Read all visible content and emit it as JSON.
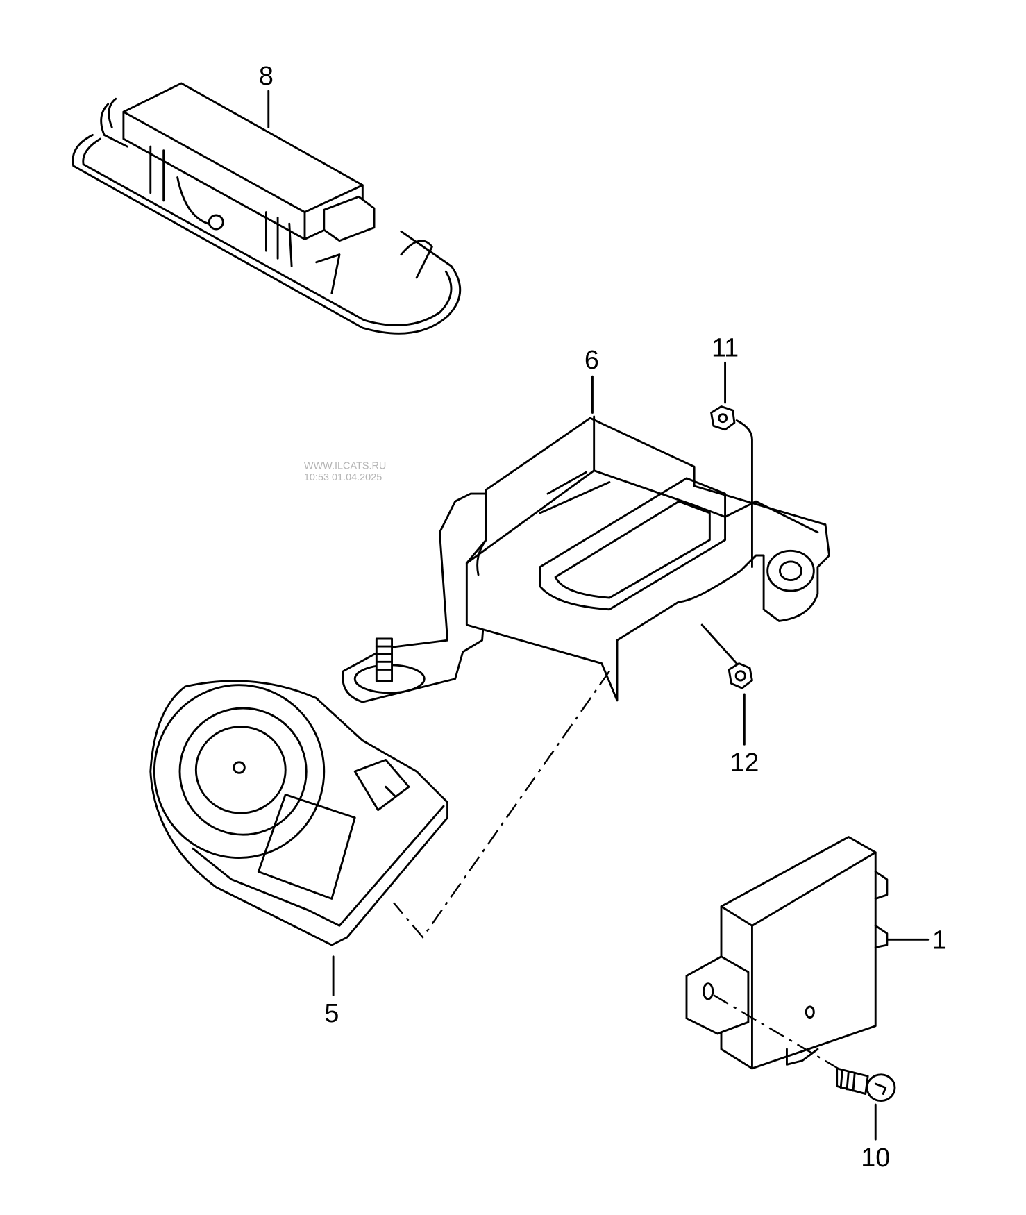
{
  "watermark": {
    "site": "WWW.ILCATS.RU",
    "timestamp": "10:53 01.04.2025"
  },
  "callouts": [
    {
      "number": "8",
      "part": "antenna-module-in-housing"
    },
    {
      "number": "6",
      "part": "horn-bracket"
    },
    {
      "number": "11",
      "part": "nut"
    },
    {
      "number": "12",
      "part": "nut"
    },
    {
      "number": "5",
      "part": "horn"
    },
    {
      "number": "1",
      "part": "control-unit"
    },
    {
      "number": "10",
      "part": "screw"
    }
  ]
}
